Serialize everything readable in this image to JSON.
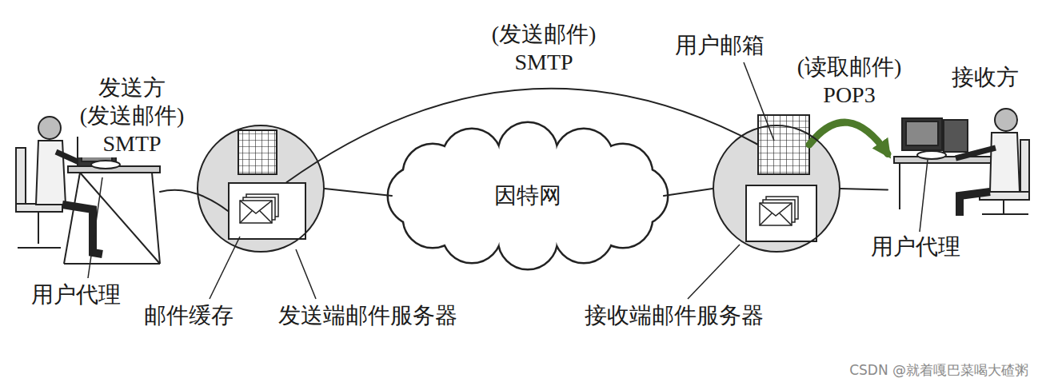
{
  "diagram": {
    "nodes": [
      {
        "text": [
          "用户代理"
        ]
      },
      {
        "text": [
          "发送端邮件服务器"
        ]
      },
      {
        "text": [
          "邮件缓存"
        ],
        "in": 1
      },
      {
        "text": [
          "因特网"
        ]
      },
      {
        "text": [
          "接收端邮件服务器"
        ]
      },
      {
        "text": [
          "用户邮箱"
        ],
        "in": 4
      },
      {
        "text": [
          "接收方",
          "用户代理"
        ]
      }
    ],
    "edges": [
      {
        "from": 0,
        "to": 2,
        "arrow": "none",
        "label": "发送方(发送邮件) SMTP"
      },
      {
        "from": 2,
        "to": 5,
        "arrow": "none",
        "label": "(发送邮件) SMTP"
      },
      {
        "from": 1,
        "to": 3,
        "arrow": "none"
      },
      {
        "from": 3,
        "to": 4,
        "arrow": "none"
      },
      {
        "from": 5,
        "to": 6,
        "arrow": "to",
        "label": "(读取邮件) POP3"
      },
      {
        "from": 4,
        "to": 6,
        "arrow": "none"
      }
    ],
    "labels": [
      "CSDN @就着嘎巴菜喝大碴粥"
    ]
  }
}
